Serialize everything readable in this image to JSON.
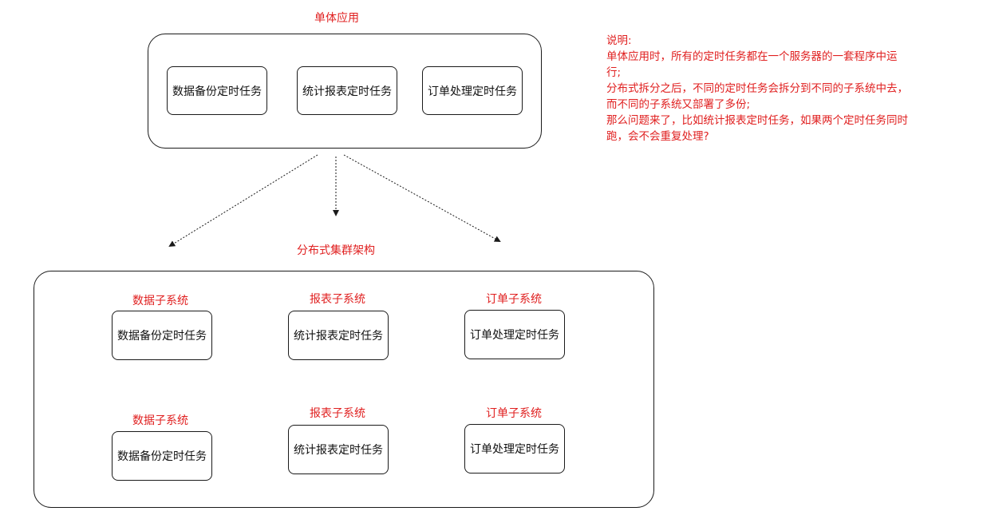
{
  "colors": {
    "annotation": "#e02020",
    "stroke": "#1a1a1a"
  },
  "monolith": {
    "title": "单体应用",
    "tasks": [
      "数据备份定时任务",
      "统计报表定时任务",
      "订单处理定时任务"
    ]
  },
  "distributed": {
    "title": "分布式集群架构",
    "rows": [
      {
        "subsystems": [
          {
            "name": "数据子系统",
            "task": "数据备份定时任务"
          },
          {
            "name": "报表子系统",
            "task": "统计报表定时任务"
          },
          {
            "name": "订单子系统",
            "task": "订单处理定时任务"
          }
        ]
      },
      {
        "subsystems": [
          {
            "name": "数据子系统",
            "task": "数据备份定时任务"
          },
          {
            "name": "报表子系统",
            "task": "统计报表定时任务"
          },
          {
            "name": "订单子系统",
            "task": "订单处理定时任务"
          }
        ]
      }
    ]
  },
  "note": {
    "lines": [
      "说明:",
      "单体应用时，所有的定时任务都在一个服务器的一套程序中运行;",
      "分布式拆分之后，不同的定时任务会拆分到不同的子系统中去，而不同的子系统又部署了多份;",
      "那么问题来了，比如统计报表定时任务，如果两个定时任务同时跑，会不会重复处理?"
    ]
  }
}
